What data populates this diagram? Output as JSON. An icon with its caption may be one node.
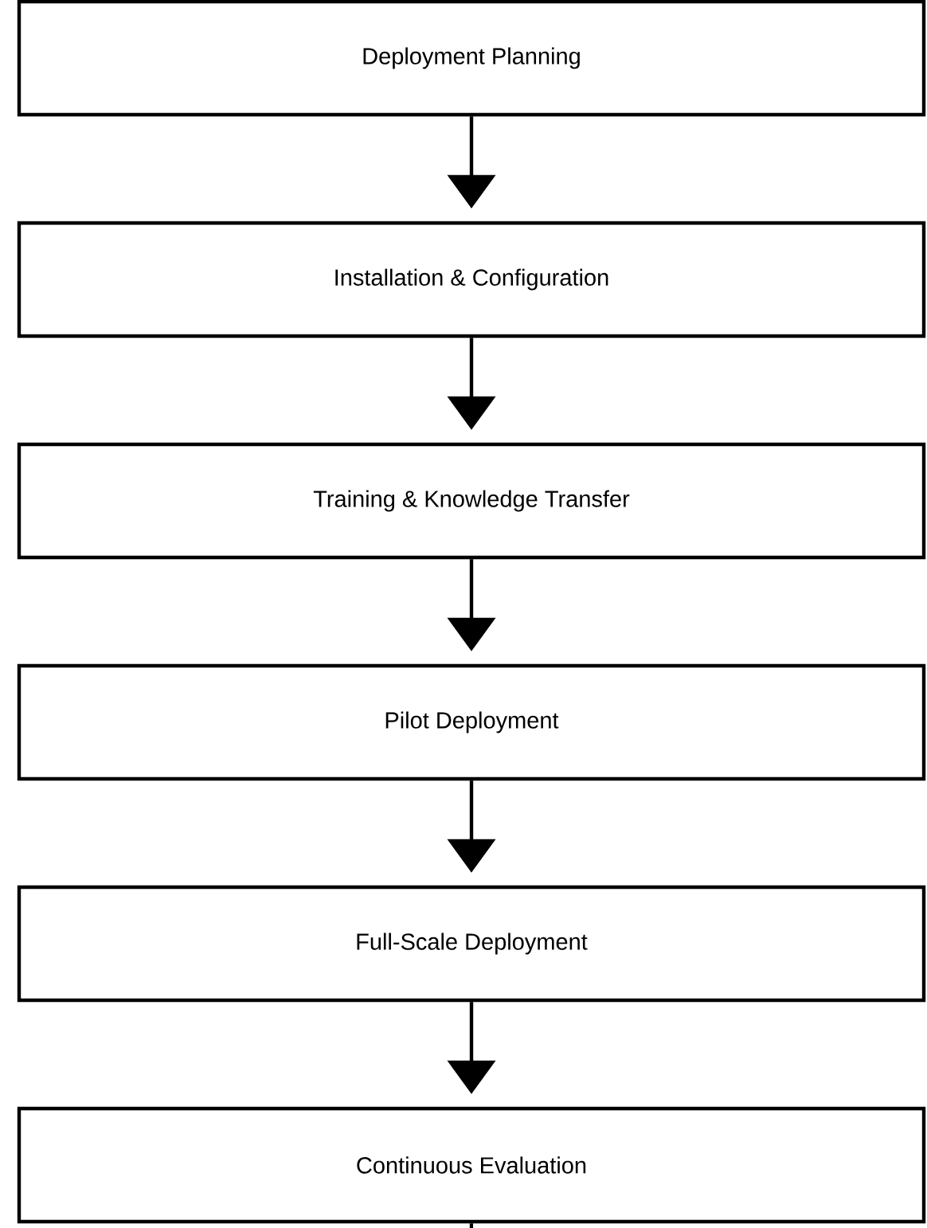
{
  "diagram": {
    "nodes": [
      {
        "text": [
          "Deployment Planning"
        ]
      },
      {
        "text": [
          "Installation & Configuration"
        ]
      },
      {
        "text": [
          "Training & Knowledge Transfer"
        ]
      },
      {
        "text": [
          "Pilot Deployment"
        ]
      },
      {
        "text": [
          "Full-Scale Deployment"
        ]
      },
      {
        "text": [
          "Continuous Evaluation"
        ]
      }
    ],
    "edges": [
      {
        "from": 0,
        "to": 1,
        "arrow": "to"
      },
      {
        "from": 1,
        "to": 2,
        "arrow": "to"
      },
      {
        "from": 2,
        "to": 3,
        "arrow": "to"
      },
      {
        "from": 3,
        "to": 4,
        "arrow": "to"
      },
      {
        "from": 4,
        "to": 5,
        "arrow": "to"
      },
      {
        "from": 5,
        "to": null,
        "arrow": "none"
      }
    ]
  }
}
